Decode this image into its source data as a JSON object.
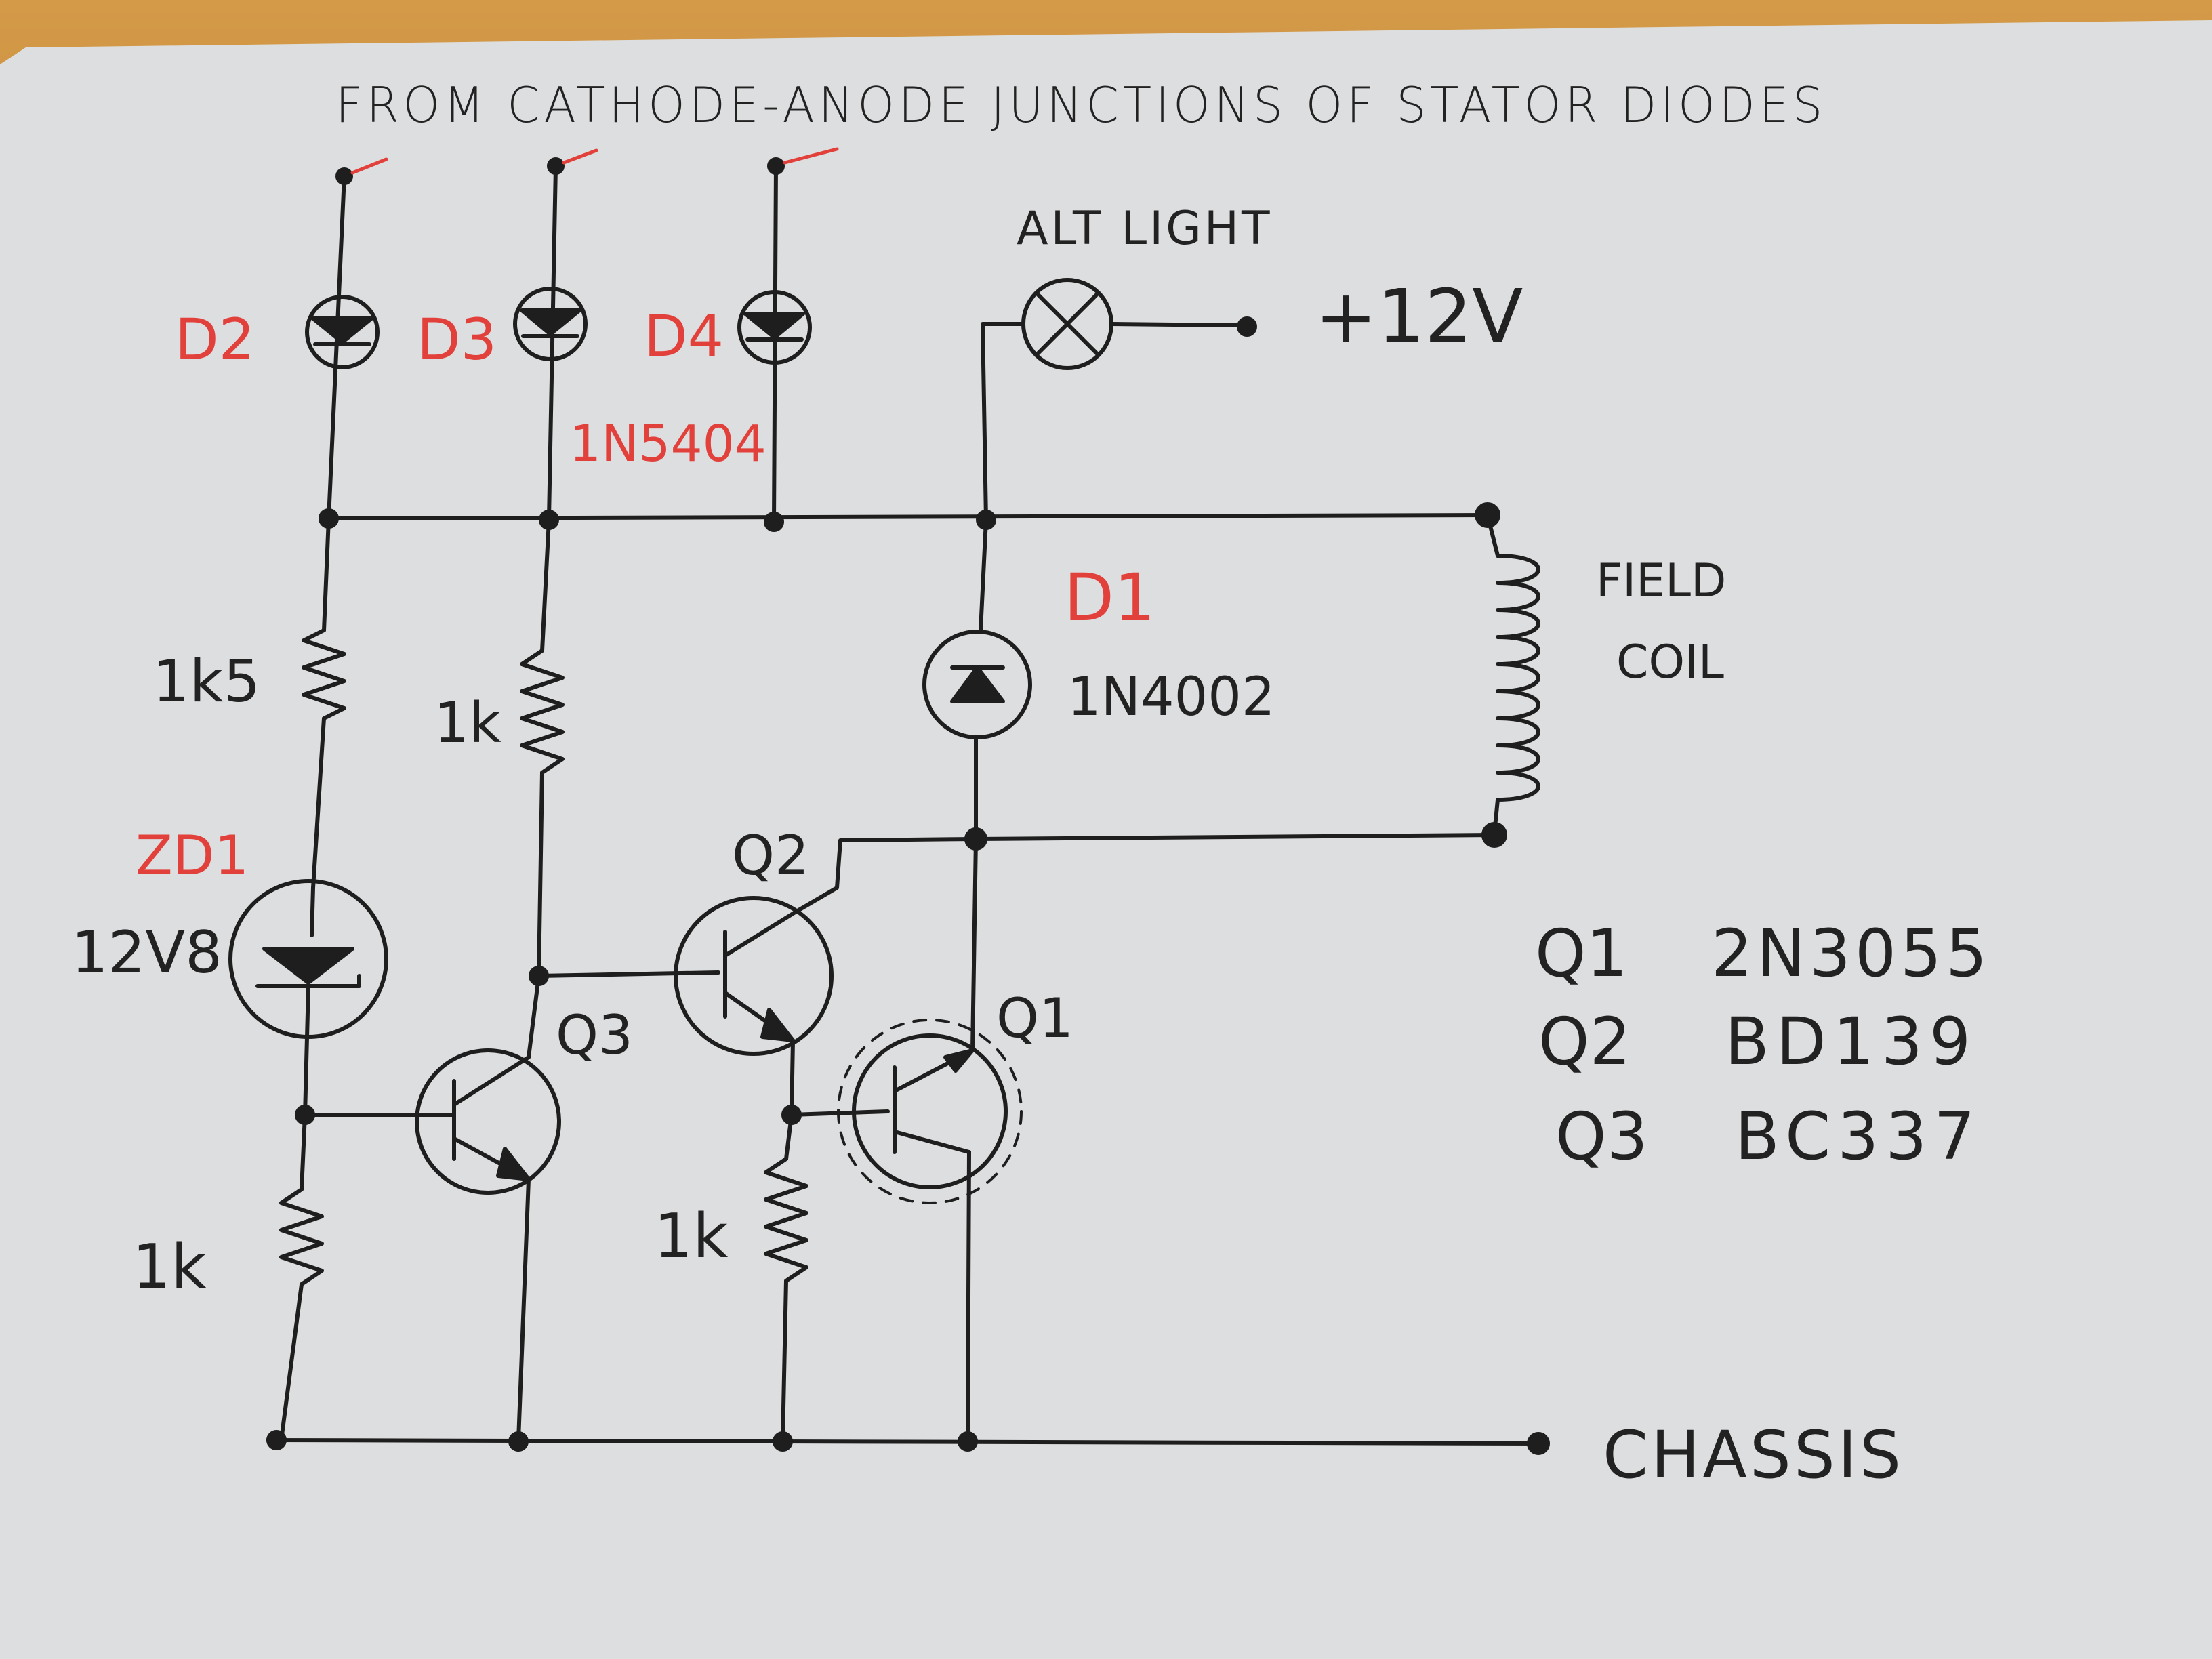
{
  "colors": {
    "paper": "#e8eaec",
    "ink": "#1e1e1e",
    "red_ink": "#e2403a"
  },
  "header": {
    "title": "FROM CATHODE-ANODE JUNCTIONS OF STATOR DIODES"
  },
  "diodes": {
    "d2": "D2",
    "d3": "D3",
    "d4": "D4",
    "stator_part": "1N5404",
    "d1": "D1",
    "d1_part": "1N4002"
  },
  "lamp": {
    "label": "ALT LIGHT",
    "supply": "+12V"
  },
  "field_coil": {
    "line1": "FIELD",
    "line2": "COIL"
  },
  "resistors": {
    "r1": "1k5",
    "r2": "1k",
    "r3": "1k",
    "r4": "1k"
  },
  "zener": {
    "name": "ZD1",
    "value": "12V8"
  },
  "transistors": {
    "q1": "Q1",
    "q2": "Q2",
    "q3": "Q3"
  },
  "parts_list": [
    {
      "ref": "Q1",
      "part": "2N3055"
    },
    {
      "ref": "Q2",
      "part": "BD139"
    },
    {
      "ref": "Q3",
      "part": "BC337"
    }
  ],
  "ground": {
    "label": "CHASSIS"
  }
}
